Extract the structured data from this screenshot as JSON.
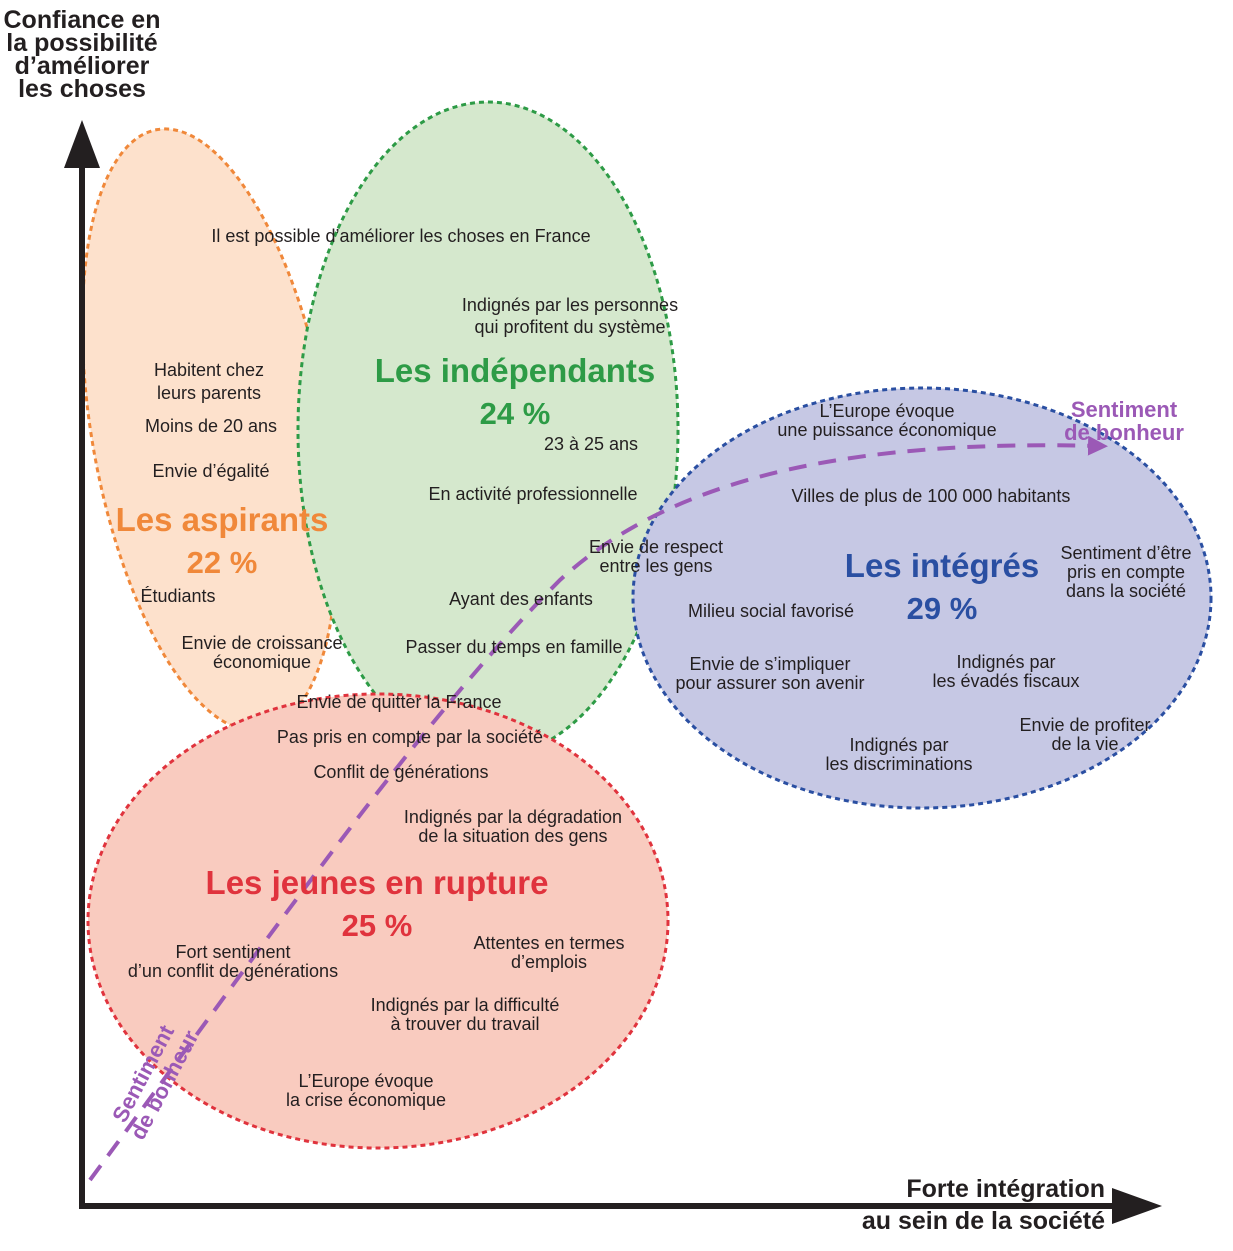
{
  "axes": {
    "y_title": [
      "Confiance en",
      "la possibilité",
      "d’améliorer",
      "les choses"
    ],
    "x_title": [
      "Forte intégration",
      "au sein de la société"
    ]
  },
  "groups": {
    "aspirants": {
      "name": "Les aspirants",
      "percent": "22 %",
      "color": "#f0883a",
      "fill": "#fde1cc"
    },
    "independants": {
      "name": "Les indépendants",
      "percent": "24 %",
      "color": "#2d9b46",
      "fill": "#d5e8cd"
    },
    "integres": {
      "name": "Les intégrés",
      "percent": "29 %",
      "color": "#2a4fa2",
      "fill": "#c6c8e4"
    },
    "rupture": {
      "name": "Les jeunes en rupture",
      "percent": "25 %",
      "color": "#e0333d",
      "fill": "#f9cbbf"
    }
  },
  "bonheur": {
    "color": "#9b59b6",
    "top_label": [
      "Sentiment",
      "de bonheur"
    ],
    "diag_label": [
      "Sentiment",
      "de bonheur"
    ]
  },
  "labels": {
    "possible_ameliorer": [
      "Il est possible d’améliorer les choses en France"
    ],
    "indignes_systeme": [
      "Indignés par les personnes",
      "qui profitent du système"
    ],
    "habitent_parents": [
      "Habitent chez",
      "leurs parents"
    ],
    "moins_20": [
      "Moins de 20 ans"
    ],
    "envie_egalite": [
      "Envie d’égalité"
    ],
    "age_23_25": [
      "23 à 25 ans"
    ],
    "activite_pro": [
      "En activité professionnelle"
    ],
    "etudiants": [
      "Étudiants"
    ],
    "envie_respect": [
      "Envie de respect",
      "entre les gens"
    ],
    "ayant_enfants": [
      "Ayant des enfants"
    ],
    "croissance": [
      "Envie de croissance",
      "économique"
    ],
    "famille": [
      "Passer du temps en famille"
    ],
    "quitter_france": [
      "Envie de quitter la France"
    ],
    "pas_pris_compte": [
      "Pas pris en compte par la société"
    ],
    "conflit_gen": [
      "Conflit de générations"
    ],
    "degradation": [
      "Indignés par la dégradation",
      "de la situation des gens"
    ],
    "fort_conflit": [
      "Fort sentiment",
      "d’un conflit de générations"
    ],
    "attentes_emplois": [
      "Attentes en termes",
      "d’emplois"
    ],
    "difficulte_travail": [
      "Indignés par la difficulté",
      "à trouver du travail"
    ],
    "europe_crise": [
      "L’Europe évoque",
      "la crise économique"
    ],
    "europe_puissance": [
      "L’Europe évoque",
      "une puissance économique"
    ],
    "villes": [
      "Villes de plus de 100 000 habitants"
    ],
    "sentiment_pris_compte": [
      "Sentiment d’être",
      "pris en compte",
      "dans la société"
    ],
    "milieu_favorise": [
      "Milieu social favorisé"
    ],
    "impliquer": [
      "Envie de s’impliquer",
      "pour assurer son avenir"
    ],
    "evades_fiscaux": [
      "Indignés par",
      "les évadés fiscaux"
    ],
    "profiter_vie": [
      "Envie de profiter",
      "de la vie"
    ],
    "discriminations": [
      "Indignés par",
      "les discriminations"
    ]
  }
}
